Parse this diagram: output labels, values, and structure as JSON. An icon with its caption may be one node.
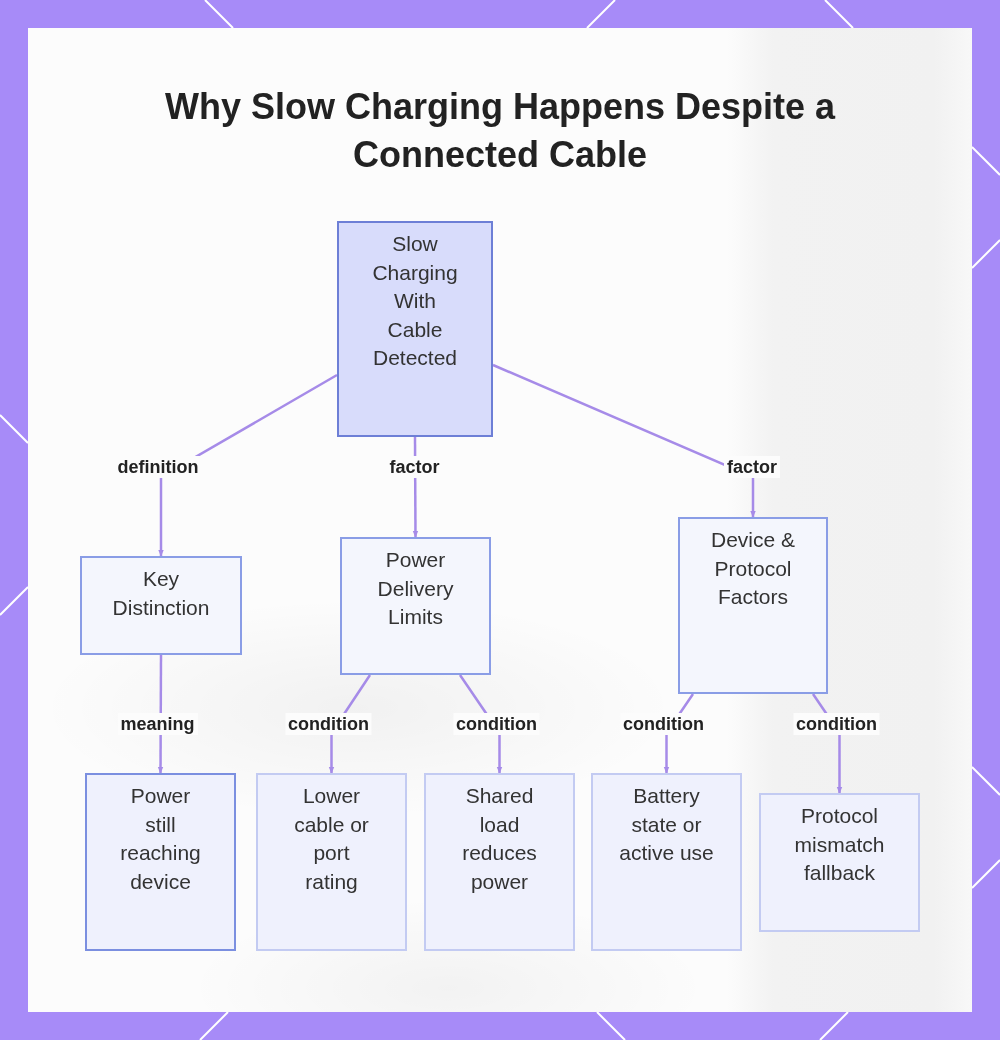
{
  "diagram": {
    "title": "Why Slow Charging Happens Despite a Connected Cable",
    "nodes": [
      {
        "text": [
          "Slow Charging With Cable Detected"
        ]
      },
      {
        "text": [
          "Key Distinction"
        ]
      },
      {
        "text": [
          "Power Delivery Limits"
        ]
      },
      {
        "text": [
          "Device & Protocol Factors"
        ]
      },
      {
        "text": [
          "Power still reaching device"
        ]
      },
      {
        "text": [
          "Lower cable or port rating"
        ]
      },
      {
        "text": [
          "Shared load reduces power"
        ]
      },
      {
        "text": [
          "Battery state or active use"
        ]
      },
      {
        "text": [
          "Protocol mismatch fallback"
        ]
      }
    ],
    "edges": [
      {
        "from": 0,
        "to": 1,
        "arrow": "to",
        "label": "definition"
      },
      {
        "from": 0,
        "to": 2,
        "arrow": "to",
        "label": "factor"
      },
      {
        "from": 0,
        "to": 3,
        "arrow": "to",
        "label": "factor"
      },
      {
        "from": 1,
        "to": 4,
        "arrow": "to",
        "label": "meaning"
      },
      {
        "from": 2,
        "to": 5,
        "arrow": "to",
        "label": "condition"
      },
      {
        "from": 2,
        "to": 6,
        "arrow": "to",
        "label": "condition"
      },
      {
        "from": 3,
        "to": 7,
        "arrow": "to",
        "label": "condition"
      },
      {
        "from": 3,
        "to": 8,
        "arrow": "to",
        "label": "condition"
      }
    ]
  }
}
